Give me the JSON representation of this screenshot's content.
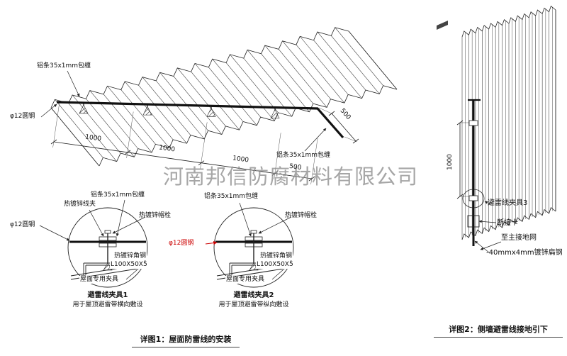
{
  "watermark": "河南邦信防腐材料有限公司",
  "colors": {
    "line": "#222222",
    "red": "#cc0000",
    "watermark": "#909090"
  },
  "roof": {
    "label_strip_top": "铝条35x1mm包缠",
    "label_round_steel": "φ12圆钢",
    "label_strip_bottom": "铝条35x1mm包缠",
    "dim1": "1000",
    "dim2": "1000",
    "dim3": "1000",
    "dim4": "500",
    "dim_side": "500"
  },
  "detail1": {
    "label_wire_clip": "热镀锌线夹",
    "label_strip": "铝条35x1mm包缠",
    "label_bolt": "热镀锌帽栓",
    "label_round_steel": "φ12圆钢",
    "label_angle": "热镀锌角钢",
    "label_angle_size": "L100X50X5",
    "label_roof_clamp": "屋面专用夹具",
    "title": "避雷线夹具1",
    "subtitle": "用于屋顶避雷带横向敷设"
  },
  "detail2": {
    "label_strip": "铝条35x1mm包缠",
    "label_bolt": "热镀锌帽栓",
    "label_round_steel": "φ12圆钢",
    "label_angle": "热镀锌角钢",
    "label_angle_size": "L100X50X5",
    "label_roof_clamp": "屋面专用夹具",
    "title": "避雷线夹具2",
    "subtitle": "用于屋顶避雷带纵向敷设"
  },
  "wall": {
    "dim_height": "1000",
    "label_clamp3": "避雷线夹具3",
    "label_disconnect": "断接卡",
    "label_to_ground": "至主接地网",
    "label_flat_steel": "-40mmx4mm镀锌扁钢"
  },
  "captions": {
    "detail1": "详图1：屋面防雷线的安装",
    "detail2": "详图2：侧墙避雷线接地引下"
  }
}
